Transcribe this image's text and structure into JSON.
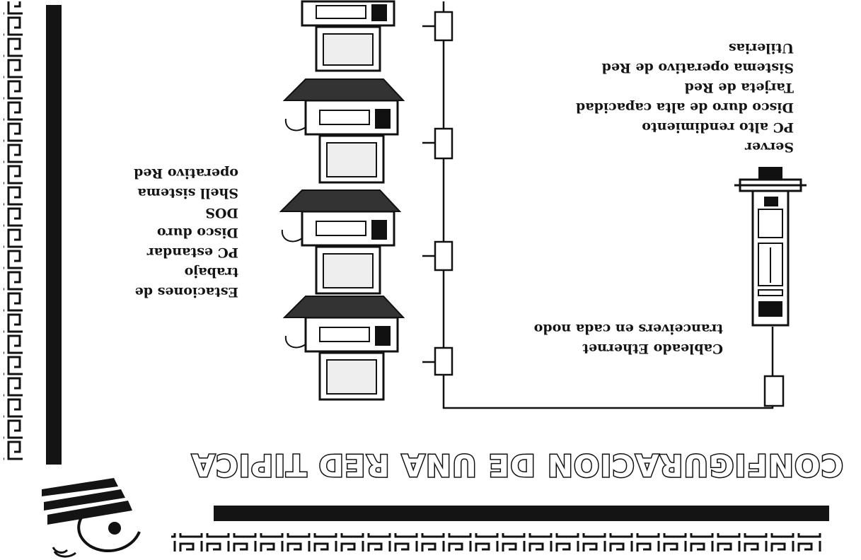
{
  "slide": {
    "title": "CONFIGURACION DE UNA RED TIPICA",
    "orientation": "upside-down scan"
  },
  "server": {
    "label": "Server",
    "specs": [
      "PC alto rendimiento",
      "Disco duro  de alta capacidad",
      "Tarjeta  de Red",
      "Sistema operativo de Red",
      "Utilerias"
    ]
  },
  "workstations": {
    "label_lines": [
      "Estaciones de",
      "trabajo",
      "PC estandar",
      "Disco duro",
      "DOS",
      "Shell sistema",
      "operativo Red"
    ]
  },
  "network": {
    "caption_lines": [
      "Cableado Ethernet",
      "tranceivers en cada nodo"
    ]
  },
  "colors": {
    "ink": "#141414",
    "paper": "#ffffff"
  }
}
